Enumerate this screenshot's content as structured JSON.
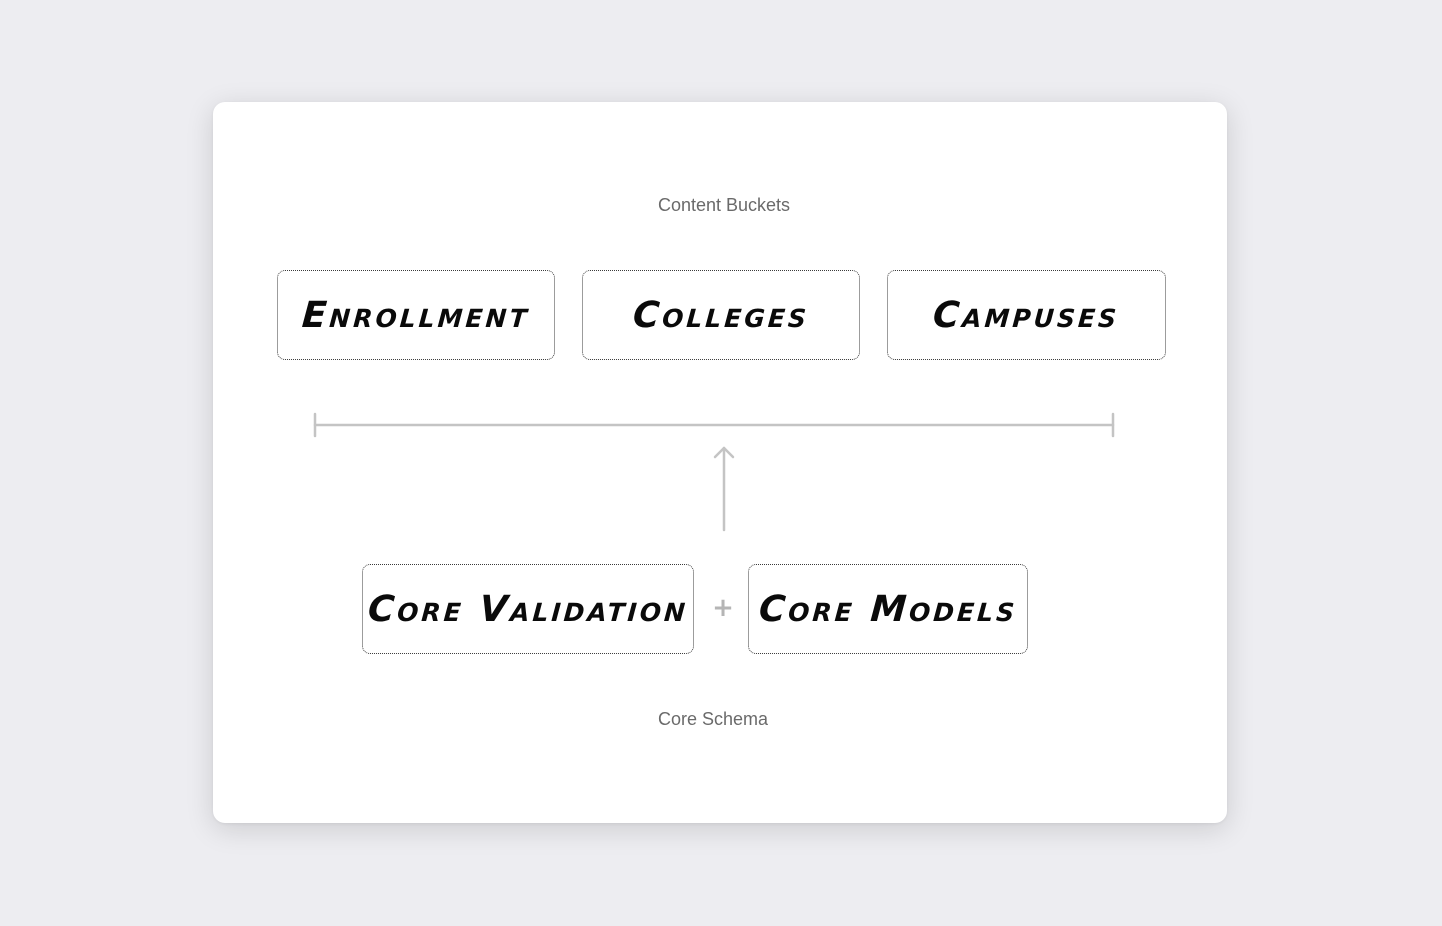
{
  "diagram": {
    "top_caption": "Content Buckets",
    "bottom_caption": "Core Schema",
    "content_buckets": [
      {
        "label": "Enrollment"
      },
      {
        "label": "Colleges"
      },
      {
        "label": "Campuses"
      }
    ],
    "core_schema": [
      {
        "label": "Core Validation"
      },
      {
        "label": "Core Models"
      }
    ],
    "joiner_symbol": "+",
    "colors": {
      "background": "#ededf1",
      "card": "#ffffff",
      "connector": "#c4c4c4",
      "box_border": "#3a3a3a",
      "caption": "#6a6a6a"
    }
  }
}
